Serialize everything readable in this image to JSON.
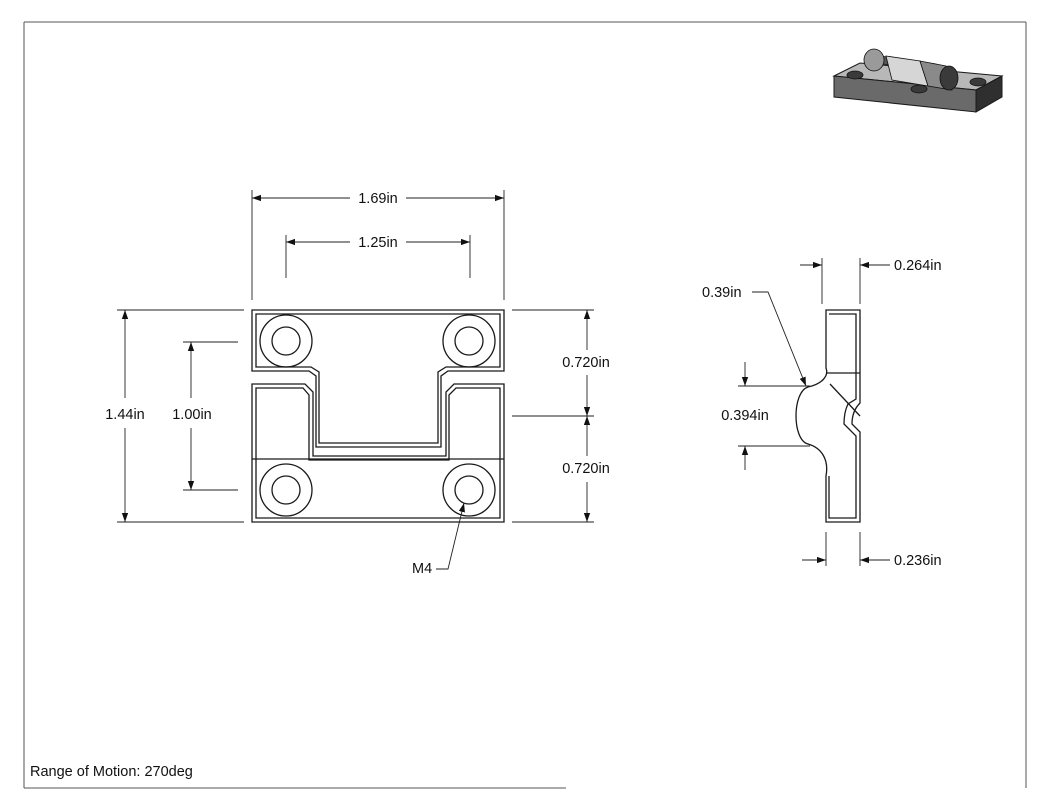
{
  "dimensions": {
    "overall_width": "1.69in",
    "hole_spacing_x": "1.25in",
    "overall_height": "1.44in",
    "hole_spacing_y": "1.00in",
    "upper_leaf_height": "0.720in",
    "lower_leaf_height": "0.720in",
    "knuckle_thickness": "0.264in",
    "knuckle_radius": "0.39in",
    "knuckle_diameter": "0.394in",
    "leaf_thickness": "0.236in"
  },
  "callouts": {
    "hole_thread": "M4"
  },
  "notes": {
    "range_of_motion": "Range of Motion: 270deg"
  },
  "colors": {
    "line": "#1a1a1a",
    "iso_dark": "#2e2e2e",
    "iso_mid": "#6a6a6a",
    "iso_light": "#b5b5b5"
  }
}
